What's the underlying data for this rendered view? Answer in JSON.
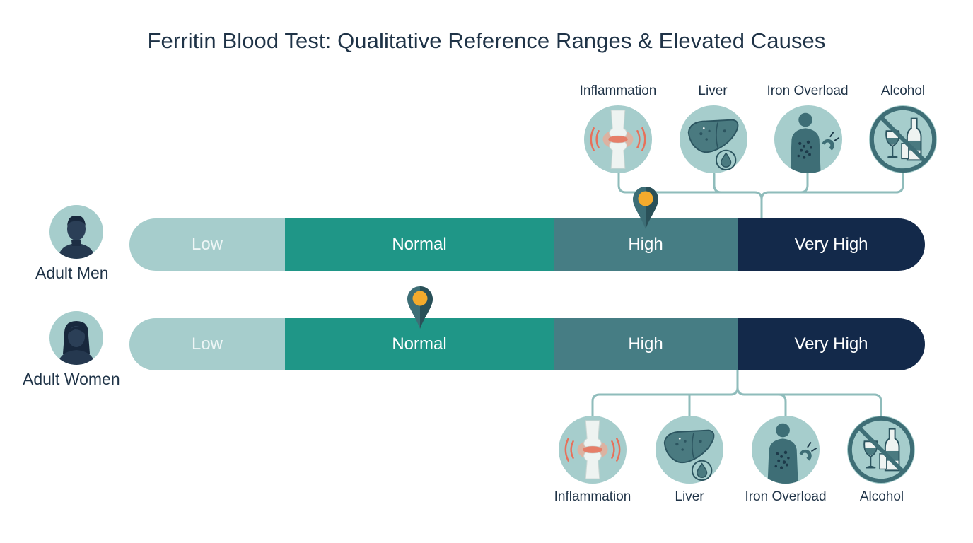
{
  "title": "Ferritin Blood Test: Qualitative Reference Ranges & Elevated Causes",
  "colors": {
    "low": "#a6cdcc",
    "normal": "#1f9687",
    "high": "#467d84",
    "very_high": "#13294a",
    "marker": "#f4aa2c",
    "icon_bg": "#a6cdcc",
    "icon_dark": "#3e6e76",
    "inflammation": "#e8705a"
  },
  "rows": [
    {
      "label": "Adult Men",
      "icon": "man-avatar-icon",
      "segments": [
        "Low",
        "Normal",
        "High",
        "Very High"
      ],
      "marker_level": "High"
    },
    {
      "label": "Adult Women",
      "icon": "woman-avatar-icon",
      "segments": [
        "Low",
        "Normal",
        "High",
        "Very High"
      ],
      "marker_level": "Normal"
    }
  ],
  "causes_top": [
    {
      "label": "Inflammation",
      "icon": "inflamed-joint-icon"
    },
    {
      "label": "Liver",
      "icon": "liver-icon"
    },
    {
      "label": "Iron Overload",
      "icon": "iron-overload-body-icon"
    },
    {
      "label": "Alcohol",
      "icon": "no-alcohol-icon"
    }
  ],
  "causes_bottom": [
    {
      "label": "Inflammation",
      "icon": "inflamed-joint-icon"
    },
    {
      "label": "Liver",
      "icon": "liver-icon"
    },
    {
      "label": "Iron Overload",
      "icon": "iron-overload-body-icon"
    },
    {
      "label": "Alcohol",
      "icon": "no-alcohol-icon"
    }
  ]
}
